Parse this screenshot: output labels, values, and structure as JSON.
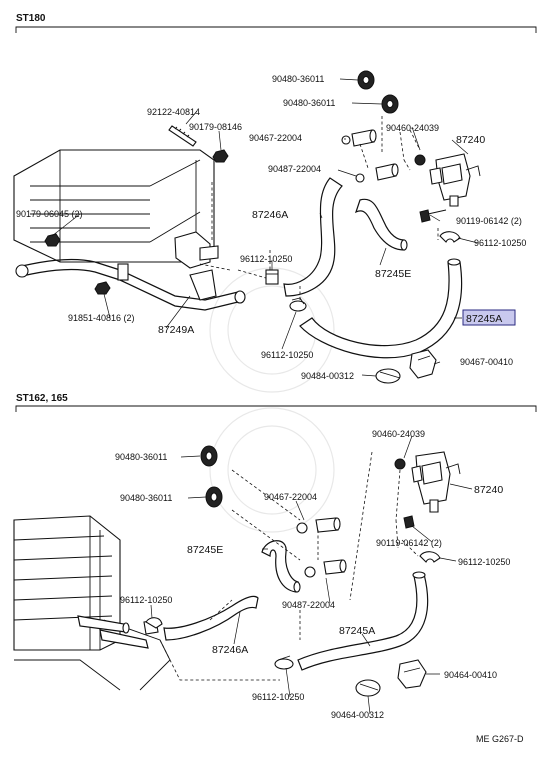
{
  "sections": [
    {
      "title": "ST180"
    },
    {
      "title": "ST162, 165"
    }
  ],
  "highlight_color": "#c9c9ee",
  "top_labels": {
    "p9048036011a": "90480-36011",
    "p9048036011b": "90480-36011",
    "p9212240814": "92122-40814",
    "p9017908146": "90179-08146",
    "p9046722004": "90467-22004",
    "p9046024039": "90460-24039",
    "p87240": "87240",
    "p90487_22004": "90487-22004",
    "p9017906045": "90179-06045 (2)",
    "p87246A": "87246A",
    "p9011906142": "90119-06142 (2)",
    "p96112_10250_r": "96112-10250",
    "p96112_10250_m": "96112-10250",
    "p87245E": "87245E",
    "p9185140816": "91851-40816 (2)",
    "p87249A": "87249A",
    "p87245A": "87245A",
    "p96112_10250_b": "96112-10250",
    "p9046700410": "90467-00410",
    "p9048400312": "90484-00312"
  },
  "bottom_labels": {
    "p9046024039": "90460-24039",
    "p9048036011a": "90480-36011",
    "p87240": "87240",
    "p9048036011b": "90480-36011",
    "p9046722004": "90467-22004",
    "p87245E": "87245E",
    "p9011906142": "90119-06142 (2)",
    "p96112_10250_r": "96112-10250",
    "p96112_10250_l": "96112-10250",
    "p90487_22004": "90487-22004",
    "p87245A": "87245A",
    "p87246A": "87246A",
    "p90464_00410": "90464-00410",
    "p96112_10250_b": "96112-10250",
    "p90464_00312": "90464-00312"
  },
  "footer_code": "ME G267-D"
}
